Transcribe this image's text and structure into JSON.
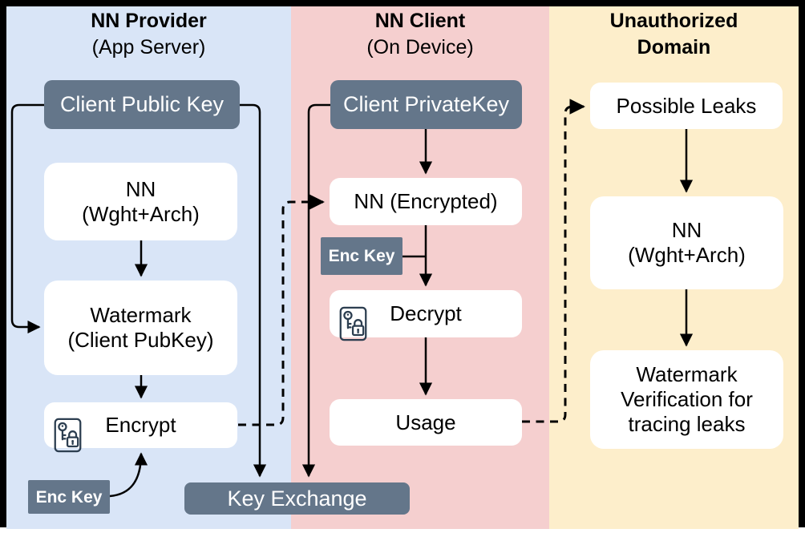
{
  "diagram": {
    "columns": [
      {
        "title": "NN Provider",
        "subtitle": "(App Server)"
      },
      {
        "title": "NN Client",
        "subtitle": "(On Device)"
      },
      {
        "title": "Unauthorized\nDomain",
        "subtitle": ""
      }
    ],
    "nodes": {
      "client_public_key": "Client Public Key",
      "nn_provider": "NN\n(Wght+Arch)",
      "watermark_pubkey": "Watermark\n(Client PubKey)",
      "encrypt": "Encrypt",
      "enc_key_provider": "Enc Key",
      "key_exchange": "Key Exchange",
      "client_private_key": "Client PrivateKey",
      "nn_encrypted": "NN (Encrypted)",
      "enc_key_client": "Enc Key",
      "decrypt": "Decrypt",
      "usage": "Usage",
      "possible_leaks": "Possible Leaks",
      "nn_unauthorized": "NN\n(Wght+Arch)",
      "watermark_verification": "Watermark\nVerification for\ntracing leaks"
    },
    "icons": {
      "encrypt": "key-lock-icon",
      "decrypt": "key-lock-icon"
    },
    "colors": {
      "provider_bg": "#d9e5f7",
      "client_bg": "#f5cfcf",
      "unauthorized_bg": "#fdeecb",
      "key_box_bg": "#64768a",
      "node_bg": "#ffffff",
      "arrow": "#000000",
      "icon_stroke": "#2c3e50",
      "frame": "#000000"
    }
  }
}
